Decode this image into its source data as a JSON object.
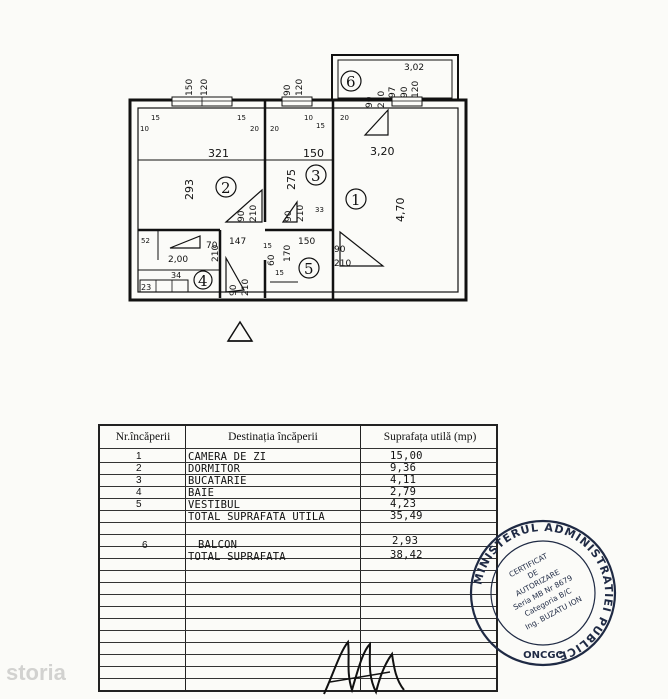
{
  "plan": {
    "room_numbers": [
      "1",
      "2",
      "3",
      "4",
      "5",
      "6"
    ],
    "dimensions": {
      "top_150_a": "150",
      "top_120_a": "120",
      "top_90": "90",
      "top_120_b": "120",
      "top_90_b": "90",
      "top_210_a": "210",
      "top_97": "97",
      "top_90_c": "90",
      "top_120_c": "120",
      "balcony_width": "3,02",
      "corner_10_a": "10",
      "corner_15_a": "15",
      "corner_20_a": "20",
      "corner_10_b": "10",
      "corner_15_b": "15",
      "corner_20_b": "20",
      "corner_15_c": "15",
      "corner_20_c": "20",
      "room2_width": "321",
      "room3_width": "150",
      "room1_width": "3,20",
      "room2_height": "293",
      "room3_height": "275",
      "room1_height": "4,70",
      "door_90_a": "90",
      "door_210_a": "210",
      "door_90_b": "90",
      "door_210_b": "210",
      "small_33": "33",
      "small_52": "52",
      "small_15_d": "15",
      "hall_70": "70",
      "hall_147": "147",
      "hall_150": "150",
      "hall_210": "210",
      "hall_90": "90",
      "hall_170": "170",
      "hall_60": "60",
      "hall_15_e": "15",
      "kitchen_width": "2,00",
      "kitchen_height": "210",
      "small_23": "23",
      "small_34": "34",
      "bottom_90": "90",
      "bottom_210": "210"
    }
  },
  "table": {
    "headers": {
      "nr": "Nr.încăperii",
      "destination": "Destinația încăperii",
      "area": "Suprafața utilă (mp)"
    },
    "rows": [
      {
        "nr": "1",
        "destination": "CAMERA DE ZI",
        "area": "15,00"
      },
      {
        "nr": "2",
        "destination": "DORMITOR",
        "area": "9,36"
      },
      {
        "nr": "3",
        "destination": "BUCATARIE",
        "area": "4,11"
      },
      {
        "nr": "4",
        "destination": "BAIE",
        "area": "2,79"
      },
      {
        "nr": "5",
        "destination": "VESTIBUL",
        "area": "4,23"
      },
      {
        "nr": "",
        "destination": "TOTAL SUPRAFATA UTILA",
        "area": "35,49"
      },
      {
        "nr": "6",
        "destination": "BALCON",
        "area": "2,93"
      },
      {
        "nr": "",
        "destination": "TOTAL SUPRAFATA",
        "area": "38,42"
      }
    ]
  },
  "stamp": {
    "outer_text": "MINISTERUL ADMINISTRATIEI PUBLICE",
    "bottom_text": "ONCGC",
    "lines": [
      "CERTIFICAT",
      "DE",
      "AUTORIZARE",
      "Seria MB Nr 8679",
      "Categoria B/C",
      "Ing. BUZATU ION"
    ]
  },
  "watermark": "storia",
  "colors": {
    "ink": "#111111",
    "stamp": "#1f2a44",
    "paper": "#fbfbf8",
    "watermark": "#a0a0a0"
  }
}
